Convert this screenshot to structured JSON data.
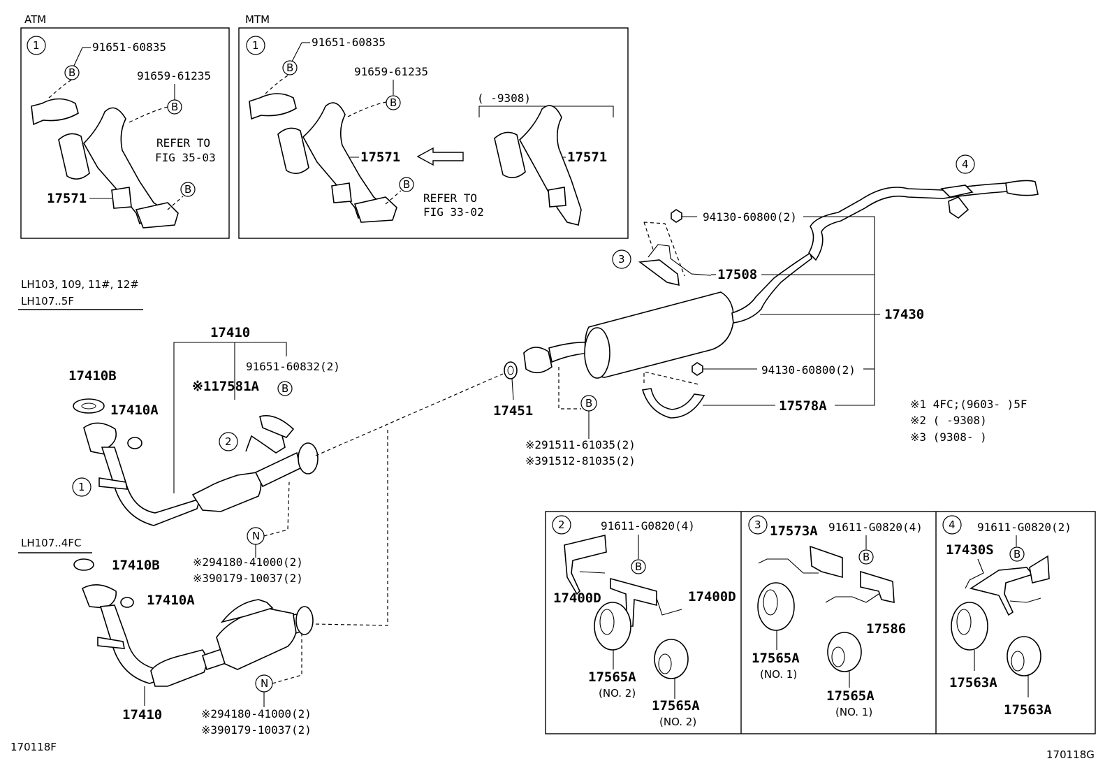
{
  "panels": {
    "atm": {
      "title": "ATM",
      "circle": "1",
      "parts": [
        "91651-60835",
        "91659-61235",
        "17571"
      ],
      "refer": [
        "REFER TO",
        "FIG 35-03"
      ],
      "callouts": [
        "B",
        "B",
        "B"
      ]
    },
    "mtm": {
      "title": "MTM",
      "circle": "1",
      "parts": [
        "91651-60835",
        "91659-61235",
        "17571",
        "17571"
      ],
      "bracket_label": "(     -9308)",
      "refer": [
        "REFER TO",
        "FIG 33-02"
      ],
      "callouts": [
        "B",
        "B",
        "B"
      ]
    }
  },
  "models": {
    "lh103": [
      "LH103, 109, 11#, 12#",
      "LH107..5F"
    ],
    "lh107": "LH107..4FC"
  },
  "parts": {
    "p17410_top": "17410",
    "p91651_60832": "91651-60832(2)",
    "p17581a": "※117581A",
    "p17410b_1": "17410B",
    "p17410a_1": "17410A",
    "p17410b_2": "17410B",
    "p17410a_2": "17410A",
    "p17410_bottom": "17410",
    "p94180_1": "※294180-41000(2)",
    "p90179_1": "※390179-10037(2)",
    "p94180_2": "※294180-41000(2)",
    "p90179_2": "※390179-10037(2)",
    "p17451": "17451",
    "p91511": "※291511-61035(2)",
    "p91512": "※391512-81035(2)",
    "p94130_top": "94130-60800(2)",
    "p94130_mid": "94130-60800(2)",
    "p17508": "17508",
    "p17430": "17430",
    "p17578a": "17578A"
  },
  "callouts": {
    "c1": "1",
    "c2": "2",
    "c3": "3",
    "c4": "4",
    "b": "B",
    "n": "N"
  },
  "notes": [
    "※1  4FC;(9603-      )5F",
    "※2  (     -9308)",
    "※3  (9308-      )"
  ],
  "detail_boxes": [
    {
      "circle": "2",
      "bolt": "91611-G0820(4)",
      "parts": [
        "17400D",
        "17400D",
        "17565A",
        "(NO. 2)",
        "17565A",
        "(NO. 2)"
      ]
    },
    {
      "circle": "3",
      "bolt": "91611-G0820(4)",
      "parts": [
        "17573A",
        "17586",
        "17565A",
        "(NO. 1)",
        "17565A",
        "(NO. 1)"
      ]
    },
    {
      "circle": "4",
      "bolt": "91611-G0820(2)",
      "parts": [
        "17430S",
        "17563A",
        "17563A"
      ]
    }
  ],
  "footer": {
    "left": "170118F",
    "right": "170118G"
  }
}
